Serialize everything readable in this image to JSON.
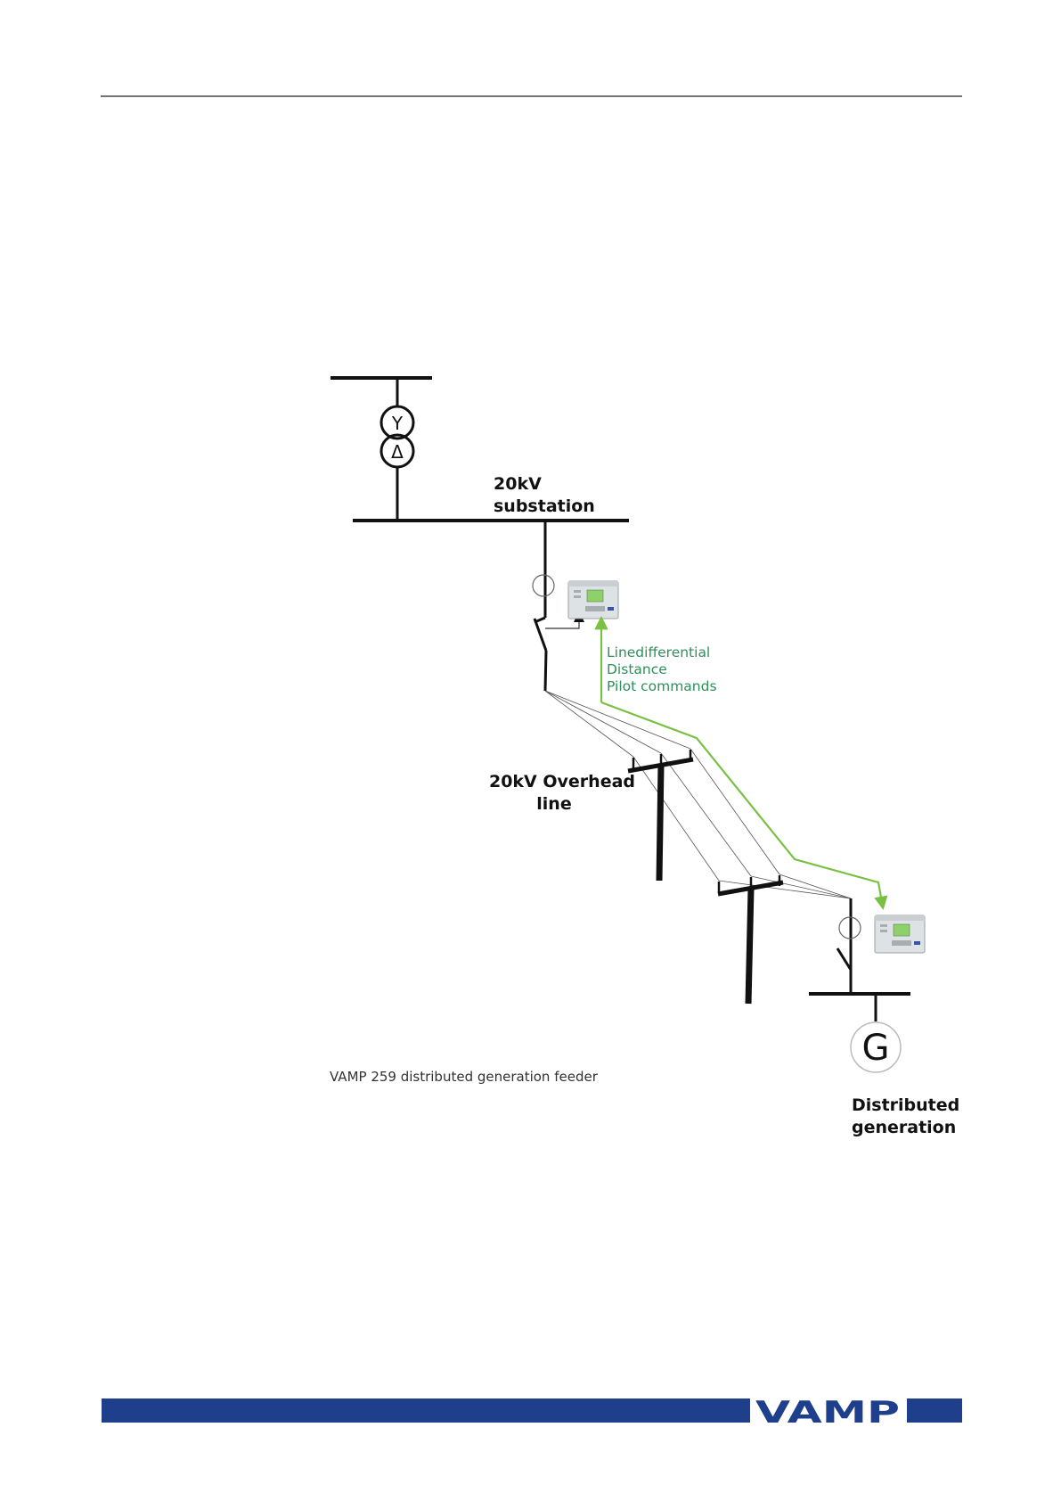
{
  "diagram": {
    "substation_label": [
      "20kV",
      "substation"
    ],
    "overhead_label": [
      "20kV Overhead",
      "line"
    ],
    "comm_labels": [
      "Linedifferential",
      "Distance",
      "Pilot commands"
    ],
    "generation_label": [
      "Distributed",
      "generation"
    ],
    "generator_symbol": "G",
    "transformer_symbols": [
      "Y",
      "Δ"
    ],
    "caption": "VAMP 259 distributed generation feeder"
  },
  "footer": {
    "logo": "VAMP"
  },
  "colors": {
    "line": "#111111",
    "comm_path": "#7ac043",
    "comm_text": "#2f8f5a",
    "footer_bar": "#1e3f8c"
  },
  "icons": [
    "transformer-icon",
    "circuit-breaker-icon",
    "current-transformer-icon",
    "protection-relay-icon",
    "utility-pole-icon",
    "generator-icon"
  ]
}
